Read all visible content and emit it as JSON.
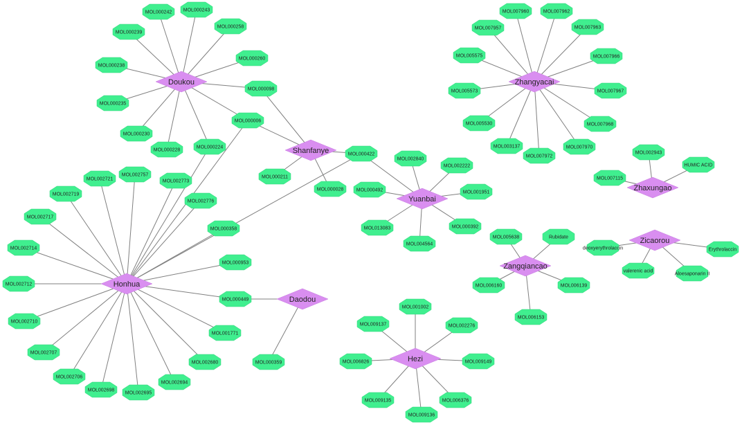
{
  "herbs": [
    {
      "id": "doukou",
      "label": "Doukou"
    },
    {
      "id": "shanfanye",
      "label": "Shanfanye"
    },
    {
      "id": "honhua",
      "label": "Honhua"
    },
    {
      "id": "daodou",
      "label": "Daodou"
    },
    {
      "id": "yuanbai",
      "label": "Yuanbai"
    },
    {
      "id": "zhangyacai",
      "label": "Zhangyacai"
    },
    {
      "id": "zhaxungao",
      "label": "Zhaxungao"
    },
    {
      "id": "zicaorou",
      "label": "Zicaorou"
    },
    {
      "id": "zangqiancao",
      "label": "Zangqiancao"
    },
    {
      "id": "hezi",
      "label": "Hezi"
    }
  ],
  "molecules": [
    {
      "id": "m242",
      "label": "MOL000242"
    },
    {
      "id": "m243",
      "label": "MOL000243"
    },
    {
      "id": "m239",
      "label": "MOL000239"
    },
    {
      "id": "m258",
      "label": "MOL000258"
    },
    {
      "id": "m238",
      "label": "MOL000238"
    },
    {
      "id": "m260",
      "label": "MOL000260"
    },
    {
      "id": "m098",
      "label": "MOL000098"
    },
    {
      "id": "m235",
      "label": "MOL000235"
    },
    {
      "id": "m006",
      "label": "MOL000006"
    },
    {
      "id": "m230",
      "label": "MOL000230"
    },
    {
      "id": "m228",
      "label": "MOL000228"
    },
    {
      "id": "m224",
      "label": "MOL000224"
    },
    {
      "id": "m422",
      "label": "MOL000422"
    },
    {
      "id": "m211",
      "label": "MOL000211"
    },
    {
      "id": "m028",
      "label": "MOL000028"
    },
    {
      "id": "m358",
      "label": "MOL000358"
    },
    {
      "id": "m2721",
      "label": "MOL002721"
    },
    {
      "id": "m2757",
      "label": "MOL002757"
    },
    {
      "id": "m2773",
      "label": "MOL002773"
    },
    {
      "id": "m2719",
      "label": "MOL002719"
    },
    {
      "id": "m2776",
      "label": "MOL002776"
    },
    {
      "id": "m2717",
      "label": "MOL002717"
    },
    {
      "id": "m2714",
      "label": "MOL002714"
    },
    {
      "id": "m953",
      "label": "MOL000953"
    },
    {
      "id": "m2712",
      "label": "MOL002712"
    },
    {
      "id": "m449",
      "label": "MOL000449"
    },
    {
      "id": "m2710",
      "label": "MOL002710"
    },
    {
      "id": "m1771",
      "label": "MOL001771"
    },
    {
      "id": "m2707",
      "label": "MOL002707"
    },
    {
      "id": "m2680",
      "label": "MOL002680"
    },
    {
      "id": "m2706",
      "label": "MOL002706"
    },
    {
      "id": "m2694",
      "label": "MOL002694"
    },
    {
      "id": "m2698",
      "label": "MOL002698"
    },
    {
      "id": "m2695",
      "label": "MOL002695"
    },
    {
      "id": "m359",
      "label": "MOL000359"
    },
    {
      "id": "m2840",
      "label": "MOL002840"
    },
    {
      "id": "m2222",
      "label": "MOL002222"
    },
    {
      "id": "m492",
      "label": "MOL000492"
    },
    {
      "id": "m1951",
      "label": "MOL001951"
    },
    {
      "id": "m13083",
      "label": "MOL013083"
    },
    {
      "id": "m392",
      "label": "MOL000392"
    },
    {
      "id": "m4564",
      "label": "MOL004564"
    },
    {
      "id": "m7960",
      "label": "MOL007960"
    },
    {
      "id": "m7962",
      "label": "MOL007962"
    },
    {
      "id": "m7957",
      "label": "MOL007957"
    },
    {
      "id": "m7963",
      "label": "MOL007963"
    },
    {
      "id": "m5575",
      "label": "MOL005575"
    },
    {
      "id": "m7966",
      "label": "MOL007966"
    },
    {
      "id": "m5573",
      "label": "MOL005573"
    },
    {
      "id": "m7967",
      "label": "MOL007967"
    },
    {
      "id": "m5530",
      "label": "MOL005530"
    },
    {
      "id": "m7968",
      "label": "MOL007968"
    },
    {
      "id": "m3137",
      "label": "MOL003137"
    },
    {
      "id": "m7970",
      "label": "MOL007970"
    },
    {
      "id": "m7972",
      "label": "MOL007972"
    },
    {
      "id": "m2943",
      "label": "MOL002943"
    },
    {
      "id": "humic",
      "label": "HUMIC ACID"
    },
    {
      "id": "m7115",
      "label": "MOL007115"
    },
    {
      "id": "deoxy",
      "label": "deoxyerythrolaccin"
    },
    {
      "id": "erythro",
      "label": "Erythrolaccin"
    },
    {
      "id": "valerenic",
      "label": "valerenic acid"
    },
    {
      "id": "aloesap",
      "label": "Aloesaponarin II"
    },
    {
      "id": "m5638",
      "label": "MOL005638"
    },
    {
      "id": "rubidate",
      "label": "Rubidate"
    },
    {
      "id": "m6160",
      "label": "MOL006160"
    },
    {
      "id": "m6139",
      "label": "MOL006139"
    },
    {
      "id": "m6153",
      "label": "MOL006153"
    },
    {
      "id": "m1002",
      "label": "MOL001002"
    },
    {
      "id": "m9137",
      "label": "MOL009137"
    },
    {
      "id": "m2276",
      "label": "MOL002276"
    },
    {
      "id": "m6826",
      "label": "MOL006826"
    },
    {
      "id": "m9149",
      "label": "MOL009149"
    },
    {
      "id": "m9135",
      "label": "MOL009135"
    },
    {
      "id": "m6376",
      "label": "MOL006376"
    },
    {
      "id": "m9136",
      "label": "MOL009136"
    }
  ],
  "edges": [
    [
      "doukou",
      "m242"
    ],
    [
      "doukou",
      "m243"
    ],
    [
      "doukou",
      "m239"
    ],
    [
      "doukou",
      "m258"
    ],
    [
      "doukou",
      "m238"
    ],
    [
      "doukou",
      "m260"
    ],
    [
      "doukou",
      "m098"
    ],
    [
      "doukou",
      "m235"
    ],
    [
      "doukou",
      "m006"
    ],
    [
      "doukou",
      "m230"
    ],
    [
      "doukou",
      "m228"
    ],
    [
      "doukou",
      "m224"
    ],
    [
      "shanfanye",
      "m098"
    ],
    [
      "shanfanye",
      "m006"
    ],
    [
      "shanfanye",
      "m422"
    ],
    [
      "shanfanye",
      "m211"
    ],
    [
      "shanfanye",
      "m028"
    ],
    [
      "honhua",
      "m006"
    ],
    [
      "honhua",
      "m224"
    ],
    [
      "honhua",
      "m422"
    ],
    [
      "honhua",
      "m358"
    ],
    [
      "honhua",
      "m2721"
    ],
    [
      "honhua",
      "m2757"
    ],
    [
      "honhua",
      "m2773"
    ],
    [
      "honhua",
      "m2719"
    ],
    [
      "honhua",
      "m2776"
    ],
    [
      "honhua",
      "m2717"
    ],
    [
      "honhua",
      "m2714"
    ],
    [
      "honhua",
      "m953"
    ],
    [
      "honhua",
      "m2712"
    ],
    [
      "honhua",
      "m449"
    ],
    [
      "honhua",
      "m2710"
    ],
    [
      "honhua",
      "m1771"
    ],
    [
      "honhua",
      "m2707"
    ],
    [
      "honhua",
      "m2680"
    ],
    [
      "honhua",
      "m2706"
    ],
    [
      "honhua",
      "m2694"
    ],
    [
      "honhua",
      "m2698"
    ],
    [
      "honhua",
      "m2695"
    ],
    [
      "daodou",
      "m449"
    ],
    [
      "daodou",
      "m359"
    ],
    [
      "yuanbai",
      "m422"
    ],
    [
      "yuanbai",
      "m2840"
    ],
    [
      "yuanbai",
      "m2222"
    ],
    [
      "yuanbai",
      "m492"
    ],
    [
      "yuanbai",
      "m1951"
    ],
    [
      "yuanbai",
      "m13083"
    ],
    [
      "yuanbai",
      "m392"
    ],
    [
      "yuanbai",
      "m4564"
    ],
    [
      "zhangyacai",
      "m7960"
    ],
    [
      "zhangyacai",
      "m7962"
    ],
    [
      "zhangyacai",
      "m7957"
    ],
    [
      "zhangyacai",
      "m7963"
    ],
    [
      "zhangyacai",
      "m5575"
    ],
    [
      "zhangyacai",
      "m7966"
    ],
    [
      "zhangyacai",
      "m5573"
    ],
    [
      "zhangyacai",
      "m7967"
    ],
    [
      "zhangyacai",
      "m5530"
    ],
    [
      "zhangyacai",
      "m7968"
    ],
    [
      "zhangyacai",
      "m3137"
    ],
    [
      "zhangyacai",
      "m7970"
    ],
    [
      "zhangyacai",
      "m7972"
    ],
    [
      "zhaxungao",
      "m2943"
    ],
    [
      "zhaxungao",
      "humic"
    ],
    [
      "zhaxungao",
      "m7115"
    ],
    [
      "zicaorou",
      "deoxy"
    ],
    [
      "zicaorou",
      "erythro"
    ],
    [
      "zicaorou",
      "valerenic"
    ],
    [
      "zicaorou",
      "aloesap"
    ],
    [
      "zangqiancao",
      "m5638"
    ],
    [
      "zangqiancao",
      "rubidate"
    ],
    [
      "zangqiancao",
      "m6160"
    ],
    [
      "zangqiancao",
      "m6139"
    ],
    [
      "zangqiancao",
      "m6153"
    ],
    [
      "hezi",
      "m1002"
    ],
    [
      "hezi",
      "m9137"
    ],
    [
      "hezi",
      "m2276"
    ],
    [
      "hezi",
      "m6826"
    ],
    [
      "hezi",
      "m9149"
    ],
    [
      "hezi",
      "m9135"
    ],
    [
      "hezi",
      "m6376"
    ],
    [
      "hezi",
      "m9136"
    ]
  ],
  "colors": {
    "herb_fill": "#d98ef0",
    "molecule_fill": "#40ef8f",
    "edge": "#7f7f7f"
  }
}
